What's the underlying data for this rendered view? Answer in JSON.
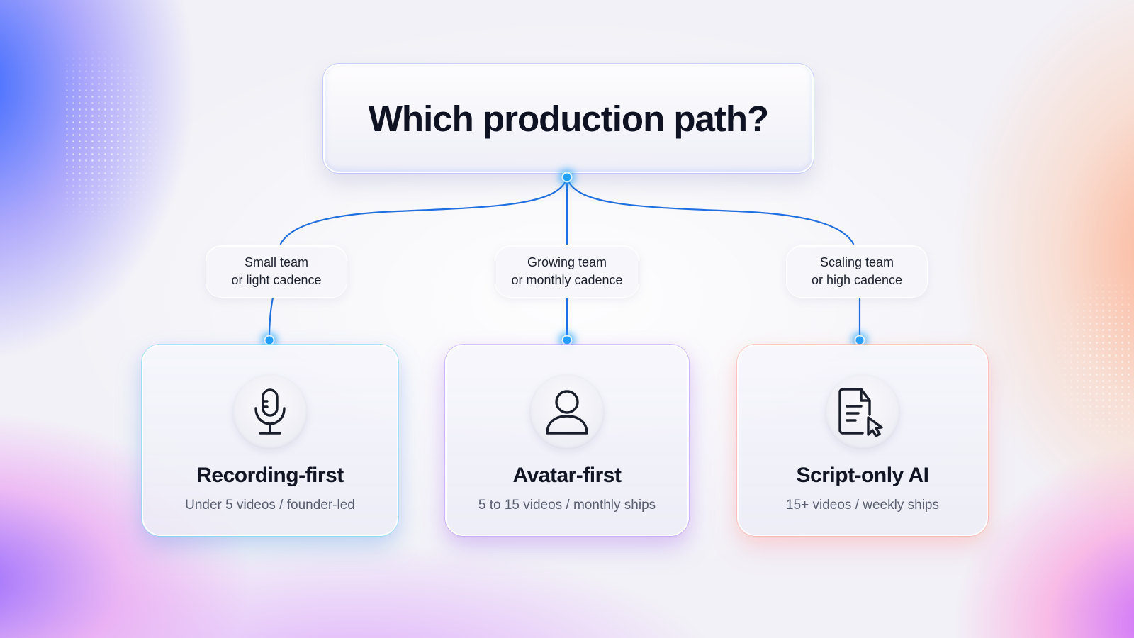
{
  "title": "Which production path?",
  "colors": {
    "connector": "#1f6fe0",
    "node_dot": "#1fa0ff",
    "title_text": "#0e1222",
    "subtitle_text": "#5a5f70"
  },
  "branches": [
    {
      "condition_line1": "Small team",
      "condition_line2": "or light cadence",
      "icon": "microphone-icon",
      "label": "Recording-first",
      "subtitle": "Under 5 videos / founder-led"
    },
    {
      "condition_line1": "Growing team",
      "condition_line2": "or monthly cadence",
      "icon": "user-icon",
      "label": "Avatar-first",
      "subtitle": "5 to 15 videos / monthly ships"
    },
    {
      "condition_line1": "Scaling team",
      "condition_line2": "or high cadence",
      "icon": "script-cursor-icon",
      "label": "Script-only AI",
      "subtitle": "15+ videos / weekly ships"
    }
  ]
}
